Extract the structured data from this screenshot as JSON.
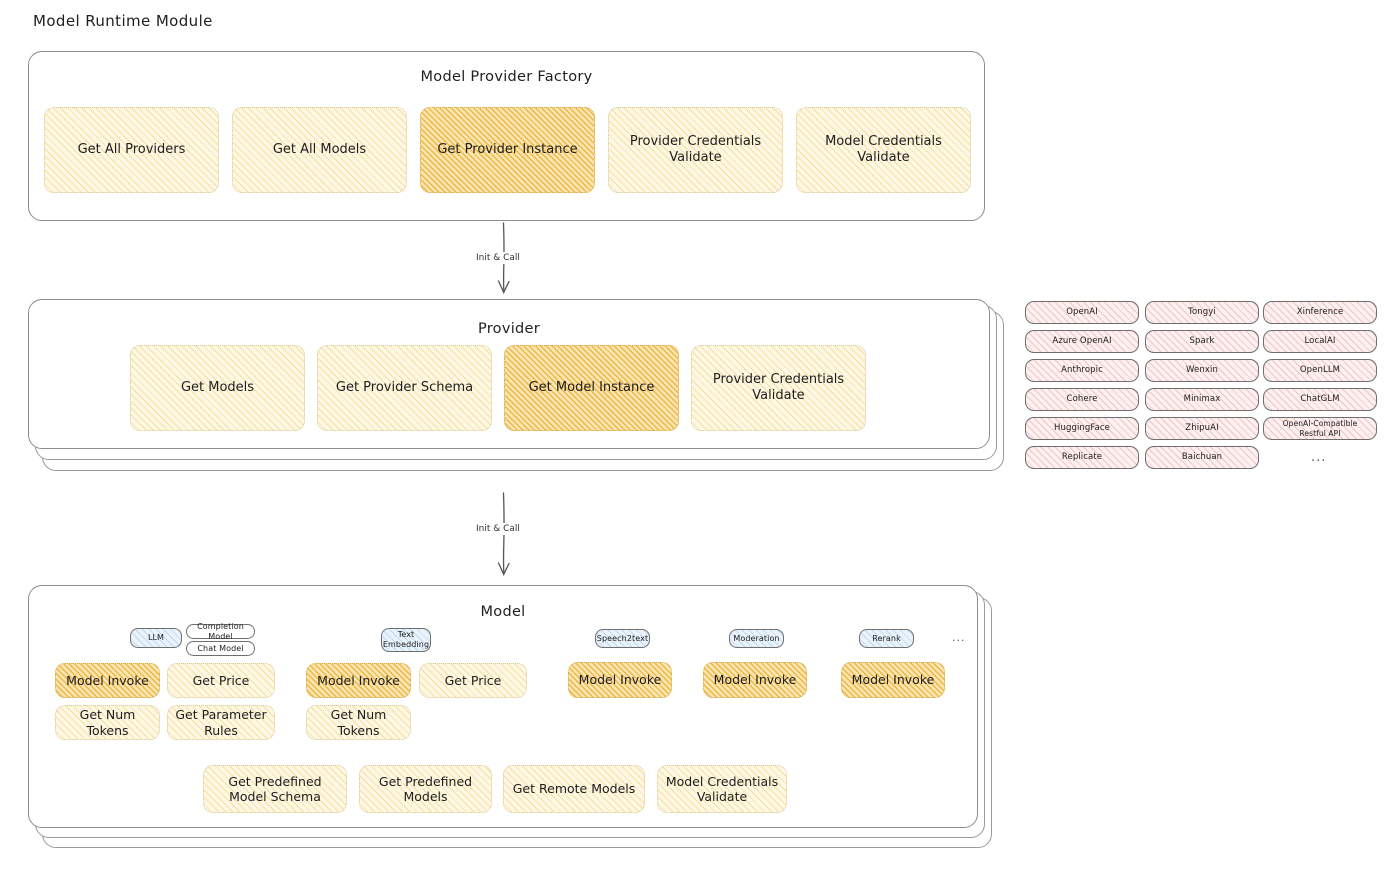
{
  "page": {
    "title": "Model Runtime Module"
  },
  "factory": {
    "title": "Model Provider Factory",
    "nodes": [
      {
        "label": "Get All Providers",
        "highlighted": false
      },
      {
        "label": "Get All Models",
        "highlighted": false
      },
      {
        "label": "Get Provider Instance",
        "highlighted": true
      },
      {
        "label": "Provider Credentials Validate",
        "highlighted": false
      },
      {
        "label": "Model Credentials Validate",
        "highlighted": false
      }
    ]
  },
  "arrows": [
    {
      "label": "Init & Call"
    },
    {
      "label": "Init & Call"
    }
  ],
  "provider": {
    "title": "Provider",
    "nodes": [
      {
        "label": "Get Models",
        "highlighted": false
      },
      {
        "label": "Get Provider Schema",
        "highlighted": false
      },
      {
        "label": "Get Model Instance",
        "highlighted": true
      },
      {
        "label": "Provider Credentials Validate",
        "highlighted": false
      }
    ]
  },
  "provider_list": {
    "columns": [
      [
        "OpenAI",
        "Azure OpenAI",
        "Anthropic",
        "Cohere",
        "HuggingFace",
        "Replicate"
      ],
      [
        "Tongyi",
        "Spark",
        "Wenxin",
        "Minimax",
        "ZhipuAI",
        "Baichuan"
      ],
      [
        "Xinference",
        "LocalAI",
        "OpenLLM",
        "ChatGLM",
        "OpenAI-Compatible Restful API"
      ]
    ],
    "more": "..."
  },
  "model": {
    "title": "Model",
    "more": "...",
    "types": [
      {
        "badge": "LLM",
        "sub_badges": [
          "Completion Model",
          "Chat Model"
        ],
        "methods": [
          "Model Invoke",
          "Get Price",
          "Get Num Tokens",
          "Get Parameter Rules"
        ],
        "highlighted_method": "Model Invoke"
      },
      {
        "badge": "Text Embedding",
        "sub_badges": [],
        "methods": [
          "Model Invoke",
          "Get Price",
          "Get Num Tokens"
        ],
        "highlighted_method": "Model Invoke"
      },
      {
        "badge": "Speech2text",
        "sub_badges": [],
        "methods": [
          "Model Invoke"
        ],
        "highlighted_method": "Model Invoke"
      },
      {
        "badge": "Moderation",
        "sub_badges": [],
        "methods": [
          "Model Invoke"
        ],
        "highlighted_method": "Model Invoke"
      },
      {
        "badge": "Rerank",
        "sub_badges": [],
        "methods": [
          "Model Invoke"
        ],
        "highlighted_method": "Model Invoke"
      }
    ],
    "shared_methods": [
      "Get Predefined Model Schema",
      "Get Predefined Models",
      "Get Remote Models",
      "Model Credentials Validate"
    ]
  },
  "colors": {
    "highlight_amber": "#ecb030",
    "pale_yellow": "#f3c95c",
    "provider_pink": "#e28282",
    "model_badge_blue": "#78aad7",
    "stroke": "#8d8d8d"
  }
}
